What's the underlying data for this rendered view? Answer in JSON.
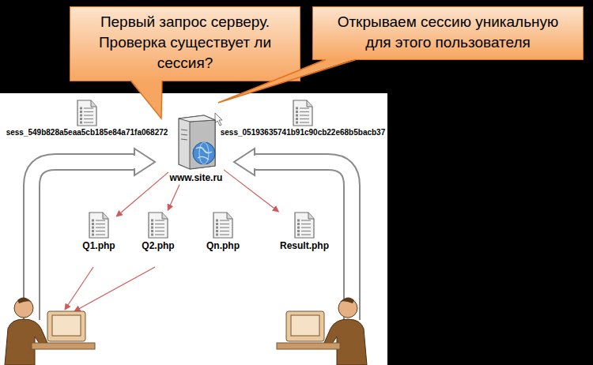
{
  "diagram": {
    "nodes": [
      {
        "text": [
          "Первый запрос серверу. Проверка существует ли сессия?"
        ]
      },
      {
        "text": [
          "Открываем сессию уникальную для этого пользователя"
        ]
      },
      {
        "text": [
          "sess_549b828a5eaa5cb185e84a71fa068272"
        ]
      },
      {
        "text": [
          "www.site.ru"
        ]
      },
      {
        "text": [
          "sess_05193635741b91c90cb22e68b5bacb37"
        ]
      },
      {
        "text": [
          "Q1.php"
        ]
      },
      {
        "text": [
          "Q2.php"
        ]
      },
      {
        "text": [
          "Qn.php"
        ]
      },
      {
        "text": [
          "Result.php"
        ]
      }
    ],
    "edges": [
      {
        "from": 3,
        "to": 5,
        "arrow": "to"
      },
      {
        "from": 3,
        "to": 6,
        "arrow": "to"
      },
      {
        "from": 3,
        "to": 8,
        "arrow": "to"
      }
    ]
  }
}
